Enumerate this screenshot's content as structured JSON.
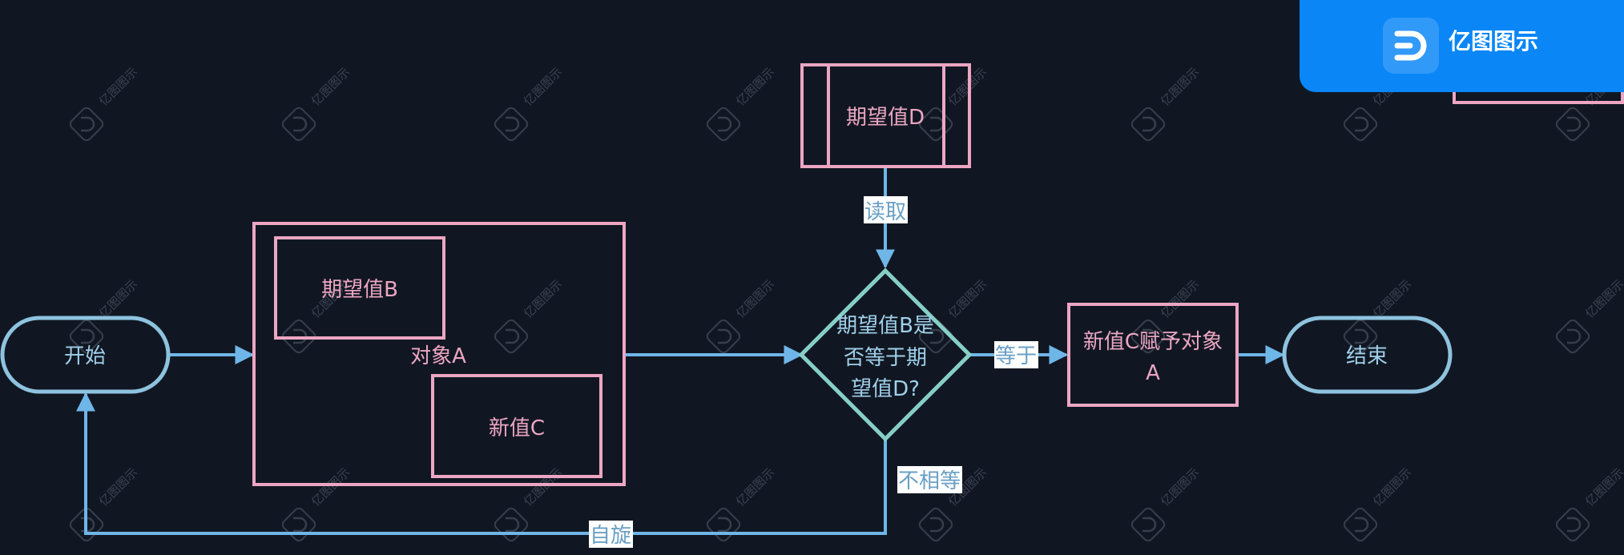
{
  "colors": {
    "background": "#111722",
    "start_end_stroke": "#8ec3df",
    "start_end_text": "#9fd0ea",
    "process_stroke": "#eca6c3",
    "process_text": "#eca6c3",
    "decision_stroke": "#86cfc6",
    "decision_text": "#9fd0ea",
    "edge": "#6fb6e8",
    "edge_label_text": "#6a9fc4",
    "edge_label_bg": "#ffffff",
    "brand_bg": "#0a86f7"
  },
  "nodes": {
    "start": "开始",
    "object_a": "对象A",
    "expected_b": "期望值B",
    "new_c": "新值C",
    "expected_d": "期望值D",
    "decision_line1": "期望值B是",
    "decision_line2": "否等于期",
    "decision_line3": "望值D?",
    "assign_line1": "新值C赋予对象",
    "assign_line2": "A",
    "end": "结束"
  },
  "edge_labels": {
    "read": "读取",
    "equal": "等于",
    "not_equal": "不相等",
    "spin": "自旋"
  },
  "watermark": {
    "text": "亿图图示",
    "icon": "edraw-logo-icon"
  },
  "brand": {
    "name": "亿图图示",
    "icon": "edraw-logo-icon"
  }
}
